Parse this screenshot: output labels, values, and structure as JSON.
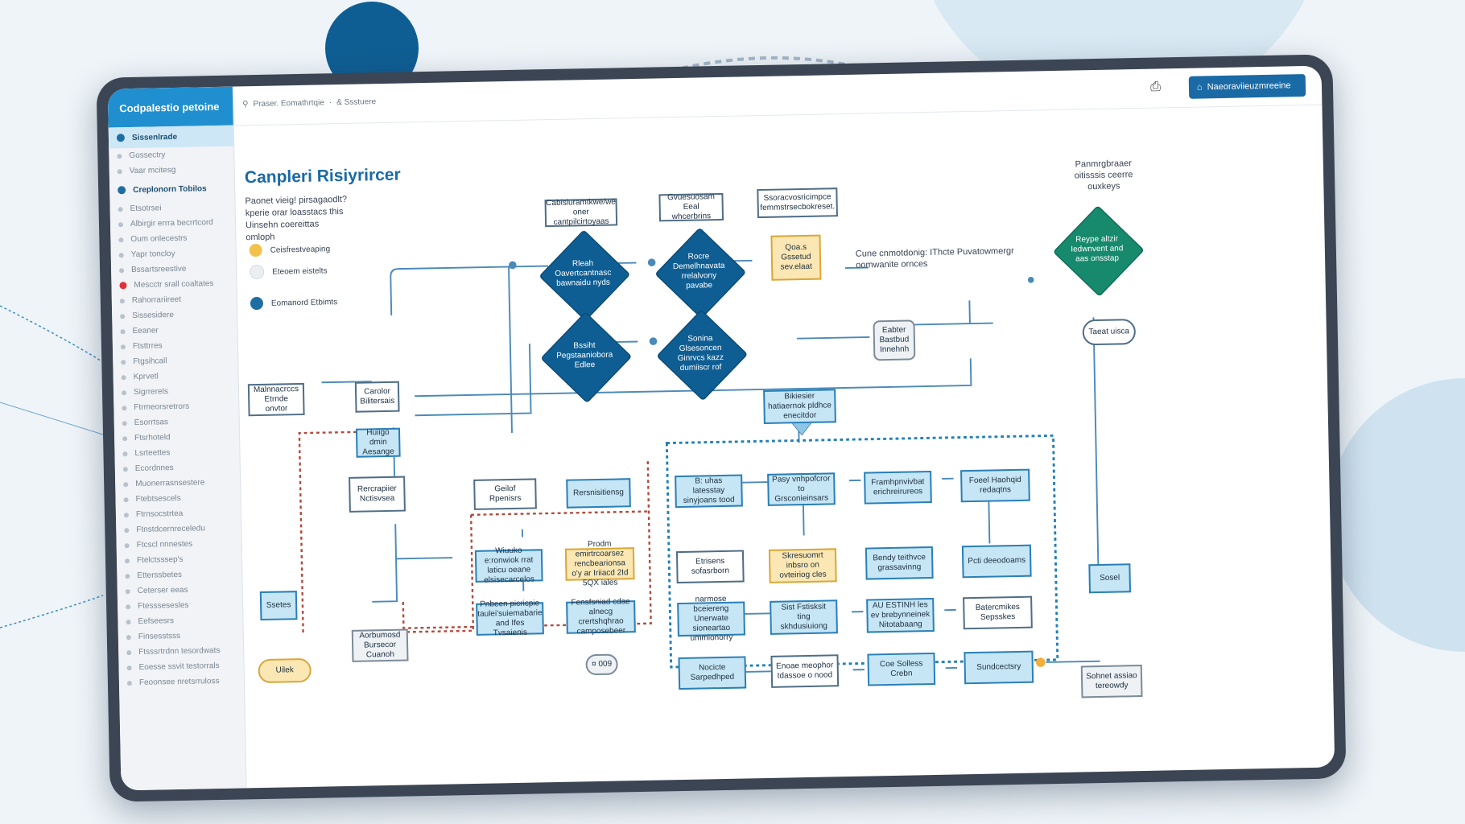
{
  "sidebar": {
    "title": "Codpalestio petoine",
    "active": "Sissenlrade",
    "items_a": [
      "Gossectry",
      "Vaar mcitesg"
    ],
    "section": "Creplonorn Tobilos",
    "items_b": [
      "Etsotrsei",
      "Albirgir errra becrrtcord",
      "Oum onlecestrs",
      "Yapr toncloy",
      "Bssartsreestive",
      "Mescctr srall coaltates",
      "Rahorrariireet",
      "Sissesidere",
      "Eeaner",
      "Ftsttrres",
      "Ftgsihcall",
      "Kprvetl",
      "Sigrrerels",
      "Ftrmeorsretrors",
      "Esorrtsas",
      "Ftsrhoteld",
      "Lsrteettes",
      "Ecordnnes",
      "Muonerrasnsestere",
      "Ftebtsescels",
      "Ftrnsocstrtea",
      "Ftnstdcernreceledu",
      "Ftcscl nnnestes",
      "Ftelctsssep's",
      "Etterssbetes",
      "Ceterser eeas",
      "Ftesssesesles",
      "Eefseesrs",
      "Finsesstsss",
      "Ftsssrtrdnn tesordwats",
      "Eoesse ssvit testorrals",
      "Feoonsee nretsrruloss"
    ]
  },
  "topbar": {
    "breadcrumb": [
      "Praser. Eomathrtqie",
      "·",
      "& Ssstuere"
    ],
    "button_label": "Naeoraviieuzmreeine"
  },
  "page": {
    "title": "Canpleri Risiyrircer",
    "subtitle": "Paonet vieig! pirsagaodlt? kperie orar loasstacs this Uinsehn coereittas omloph"
  },
  "legend": [
    {
      "label": "Ceisfrestveaping",
      "color": "#f2c24a"
    },
    {
      "label": "Eteoem eistelts",
      "color": "#eceff2"
    },
    {
      "label": "Eomanord Etbimts",
      "color": "#1f6ea3"
    }
  ],
  "top_notes": {
    "right_header": "Panmrgbraaer oitisssis ceerre ouxkeys",
    "middle_note": "Cune cnmotdonig: IThcte Puvatowmergr oomwanite ornces"
  },
  "nodes": {
    "t1": "Cabisluramtkwe/we oner cantpilcirtoyaas",
    "t2": "Gvuesuosam Eeal whcerbrins",
    "t3": "Ssoracvosricimpce femmstrsecbokreset.",
    "d1": "Rleah Oavertcantnasc bawnaidu nyds",
    "d2": "Rocre Demelhnavata rrelalvony pavabe",
    "d3": "Bssiht Pegstaaniobora Edlee",
    "d4": "Sonina Glsesoncen Ginrvcs kazz dumiiscr rof",
    "y1": "Qoa.s Gssetud sev.elaat",
    "g1": "Reype altzir Iedwnvent and aas onsstap",
    "b1": "Eabter Bastbud Innehnh",
    "p1": "Taeat uisca",
    "n1": "Malnnacrccs Etrnde onvtor",
    "n2": "Carolor Bilitersais",
    "n3": "Bikiesier hatiaernok pldhce enecitdor",
    "n4": "Huiigo dmin Aesange",
    "n5": "Rercrapiier Nctisvsea",
    "n6": "Geilof Rpenisrs",
    "n7": "Rersnisitiensg",
    "n8": "Wiuuko e:ronwiok rrat laticu oeane elsisecarcelos",
    "n9": "Prodm emirtrcoarsez rencbearionsa o'y ar Iriiacd 2Id 5QX iales",
    "n10": "Pnbeen picricpie taulei'suiemabarie and Ifes Tvsaienis",
    "n11": "Fensfsniad cdae alnecg crertshqhrao camposebeer",
    "n12": "Ssetes",
    "n13": "Aorbumosd Bursecor Cuanoh",
    "n14": "Uilek",
    "badge": "¤ 009",
    "g_1": "B: uhas latesstay sinyjoans tood",
    "g_2": "Pasy vnhpofcror to Grsconieinsars",
    "g_3": "Framhpnvivbat erichreirureos",
    "g_4": "Foeel Haohqid redaqtns",
    "g_5": "Etrisens sofasrborn",
    "g_6": "Skresuomrt inbsro on ovteiriog cles",
    "g_7": "Bendy teithvce grassavinng",
    "g_8": "Pcti deeodoams",
    "g_9": "narmose bceiereng Unerwate sioneartao ummionorry",
    "g_10": "Sist Fstisksit ting skhdusiuiong",
    "g_11": "AU ESTINH les ev brebynneinek Nitotabaang",
    "g_12": "Batercmikes Sepsskes",
    "g_13": "Nocicte Sarpedhped",
    "g_14": "Enoae meophor tdassoe o nood",
    "g_15": "Coe Solless Crebn",
    "g_16": "Sundcectsry",
    "s1": "Sosel",
    "s2": "Sohnet assiao tereowdy"
  }
}
